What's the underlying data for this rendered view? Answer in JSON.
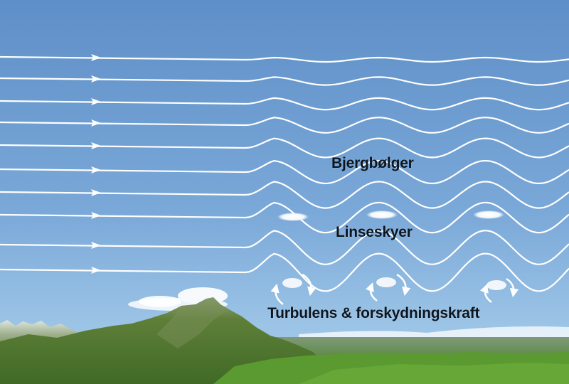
{
  "diagram": {
    "title": "Mountain wave diagram",
    "labels": {
      "mountain_waves": "Bjergbølger",
      "lenticular_clouds": "Linseskyer",
      "turbulence": "Turbulens & forskydningskraft"
    },
    "streamline_count": 10,
    "lenticular_cloud_count": 3,
    "rotor_count": 3,
    "wind_direction": "left-to-right",
    "colors": {
      "sky_top": "#5f8fc8",
      "sky_bottom": "#9cc4e6",
      "streamline": "#ffffff",
      "text": "#0d1620",
      "mountain": "#4f7a2e",
      "grass": "#5e9a36",
      "distant_plain": "#6f8f5e"
    }
  }
}
